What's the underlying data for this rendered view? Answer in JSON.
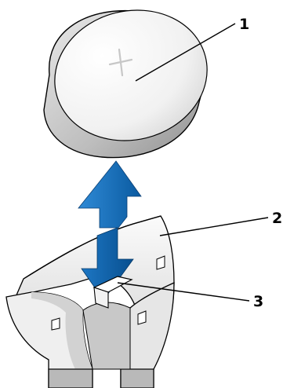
{
  "figure": {
    "callouts": [
      {
        "number": "1"
      },
      {
        "number": "2"
      },
      {
        "number": "3"
      }
    ]
  },
  "colors": {
    "battery_face": "#f7f7f7",
    "battery_edge": "#c4c4c4",
    "arrow_blue": "#0a63ad",
    "socket_light": "#f4f4f4",
    "socket_shadow": "#b9b9b9",
    "outline": "#000000"
  }
}
